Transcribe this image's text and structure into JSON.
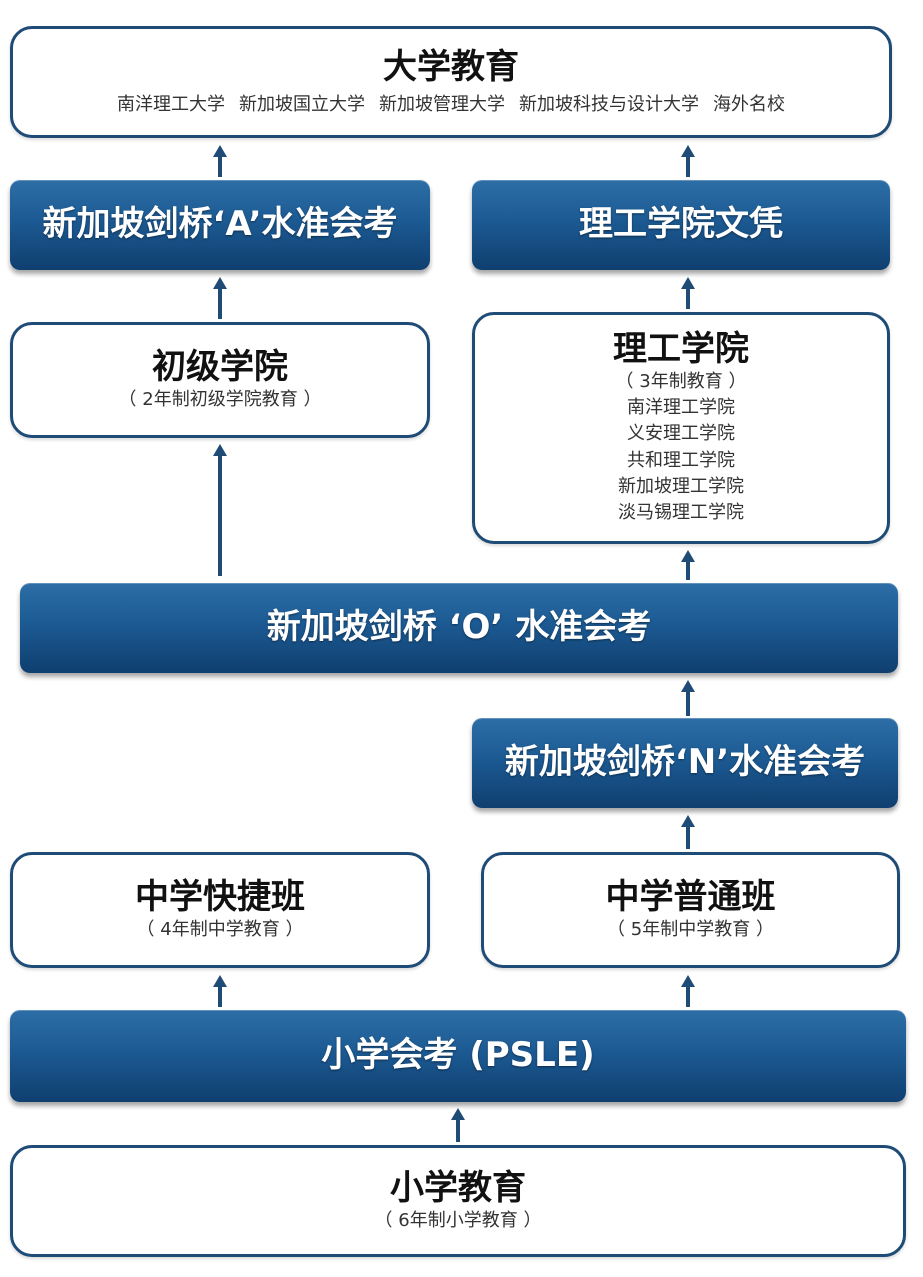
{
  "university": {
    "title": "大学教育",
    "universities": [
      "南洋理工大学",
      "新加坡国立大学",
      "新加坡管理大学",
      "新加坡科技与设计大学",
      "海外名校"
    ]
  },
  "a_level": {
    "title": "新加坡剑桥‘A’水准会考"
  },
  "poly_diploma": {
    "title": "理工学院文凭"
  },
  "junior_college": {
    "title": "初级学院",
    "subtitle": "（ 2年制初级学院教育 ）"
  },
  "polytechnic": {
    "title": "理工学院",
    "subtitle": "（ 3年制教育 ）",
    "schools": [
      "南洋理工学院",
      "义安理工学院",
      "共和理工学院",
      "新加坡理工学院",
      "淡马锡理工学院"
    ]
  },
  "o_level": {
    "title": "新加坡剑桥 ‘O’ 水准会考"
  },
  "n_level": {
    "title": "新加坡剑桥‘N’水准会考"
  },
  "express": {
    "title": "中学快捷班",
    "subtitle": "（ 4年制中学教育 ）"
  },
  "normal": {
    "title": "中学普通班",
    "subtitle": "（ 5年制中学教育 ）"
  },
  "psle": {
    "title": "小学会考 (PSLE)"
  },
  "primary": {
    "title": "小学教育",
    "subtitle": "（ 6年制小学教育 ）"
  },
  "colors": {
    "border": "#1f4b77",
    "blue_top": "#2d6ea6",
    "blue_bottom": "#0f3f6f",
    "arrow": "#1f4b77"
  }
}
